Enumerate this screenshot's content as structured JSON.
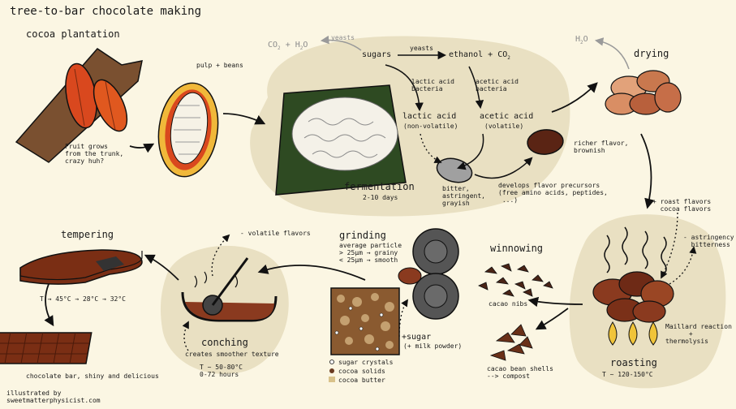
{
  "title": "tree-to-bar chocolate making",
  "credit": "illustrated by\nsweetmatterphysicist.com",
  "colors": {
    "background": "#fbf6e3",
    "blob": "#e9e0c2",
    "pod": "#d9481e",
    "bark": "#7a5030",
    "bean": "#8a3a1f",
    "chocolate": "#7a2e14",
    "leaf": "#2e4a22",
    "flame": "#f0c43a",
    "grinder": "#555555"
  },
  "plantation": {
    "title": "cocoa plantation",
    "note": "Fruit grows\nfrom the trunk,\ncrazy huh?"
  },
  "pod": {
    "label": "pulp + beans"
  },
  "fermentation": {
    "title": "fermentation",
    "duration": "2-10 days",
    "sugars": "sugars",
    "yeasts_left": "yeasts",
    "yeasts_right": "yeasts",
    "co2_h2o_prefix": "CO",
    "co2_h2o_suffix": " + H",
    "co2_h2o_end": "O",
    "ethanol": "ethanol + CO",
    "lactic_bacteria": "lactic acid\nbacteria",
    "acetic_bacteria": "acetic acid\nbacteria",
    "lactic_acid": "lactic acid",
    "lactic_note": "(non-volatile)",
    "acetic_acid": "acetic acid",
    "acetic_note": "(volatile)",
    "bitter": "bitter,\nastringent,\ngrayish",
    "precursors": "develops flavor precursors\n(free amino acids, peptides,\n ...)",
    "richer": "richer flavor,\nbrownish"
  },
  "drying": {
    "title": "drying",
    "water_prefix": "H",
    "water_suffix": "O"
  },
  "roasting": {
    "title": "roasting",
    "temp": "T ~ 120-150°C",
    "adds": "+ roast flavors\n  cocoa flavors",
    "removes": "- astringency\n  bitterness",
    "reaction": "Maillard reaction\n      +\nthermolysis"
  },
  "winnowing": {
    "title": "winnowing",
    "nibs": "cacao nibs",
    "shells": "cacao bean shells\n--> compost"
  },
  "grinding": {
    "title": "grinding",
    "particle": "average particle\n> 25µm → grainy\n< 25µm → smooth",
    "sugar": "+sugar",
    "milk": "(+ milk powder)",
    "legend": [
      {
        "label": "sugar crystals"
      },
      {
        "label": "cocoa solids"
      },
      {
        "label": "cocoa butter"
      }
    ]
  },
  "conching": {
    "title": "conching",
    "volatile": "- volatile flavors",
    "texture": "creates smoother texture",
    "temp": "T ~ 50-80°C\n0-72 hours"
  },
  "tempering": {
    "title": "tempering",
    "temps": "T → 45°C → 28°C → 32°C",
    "bar": "chocolate bar, shiny and delicious"
  }
}
